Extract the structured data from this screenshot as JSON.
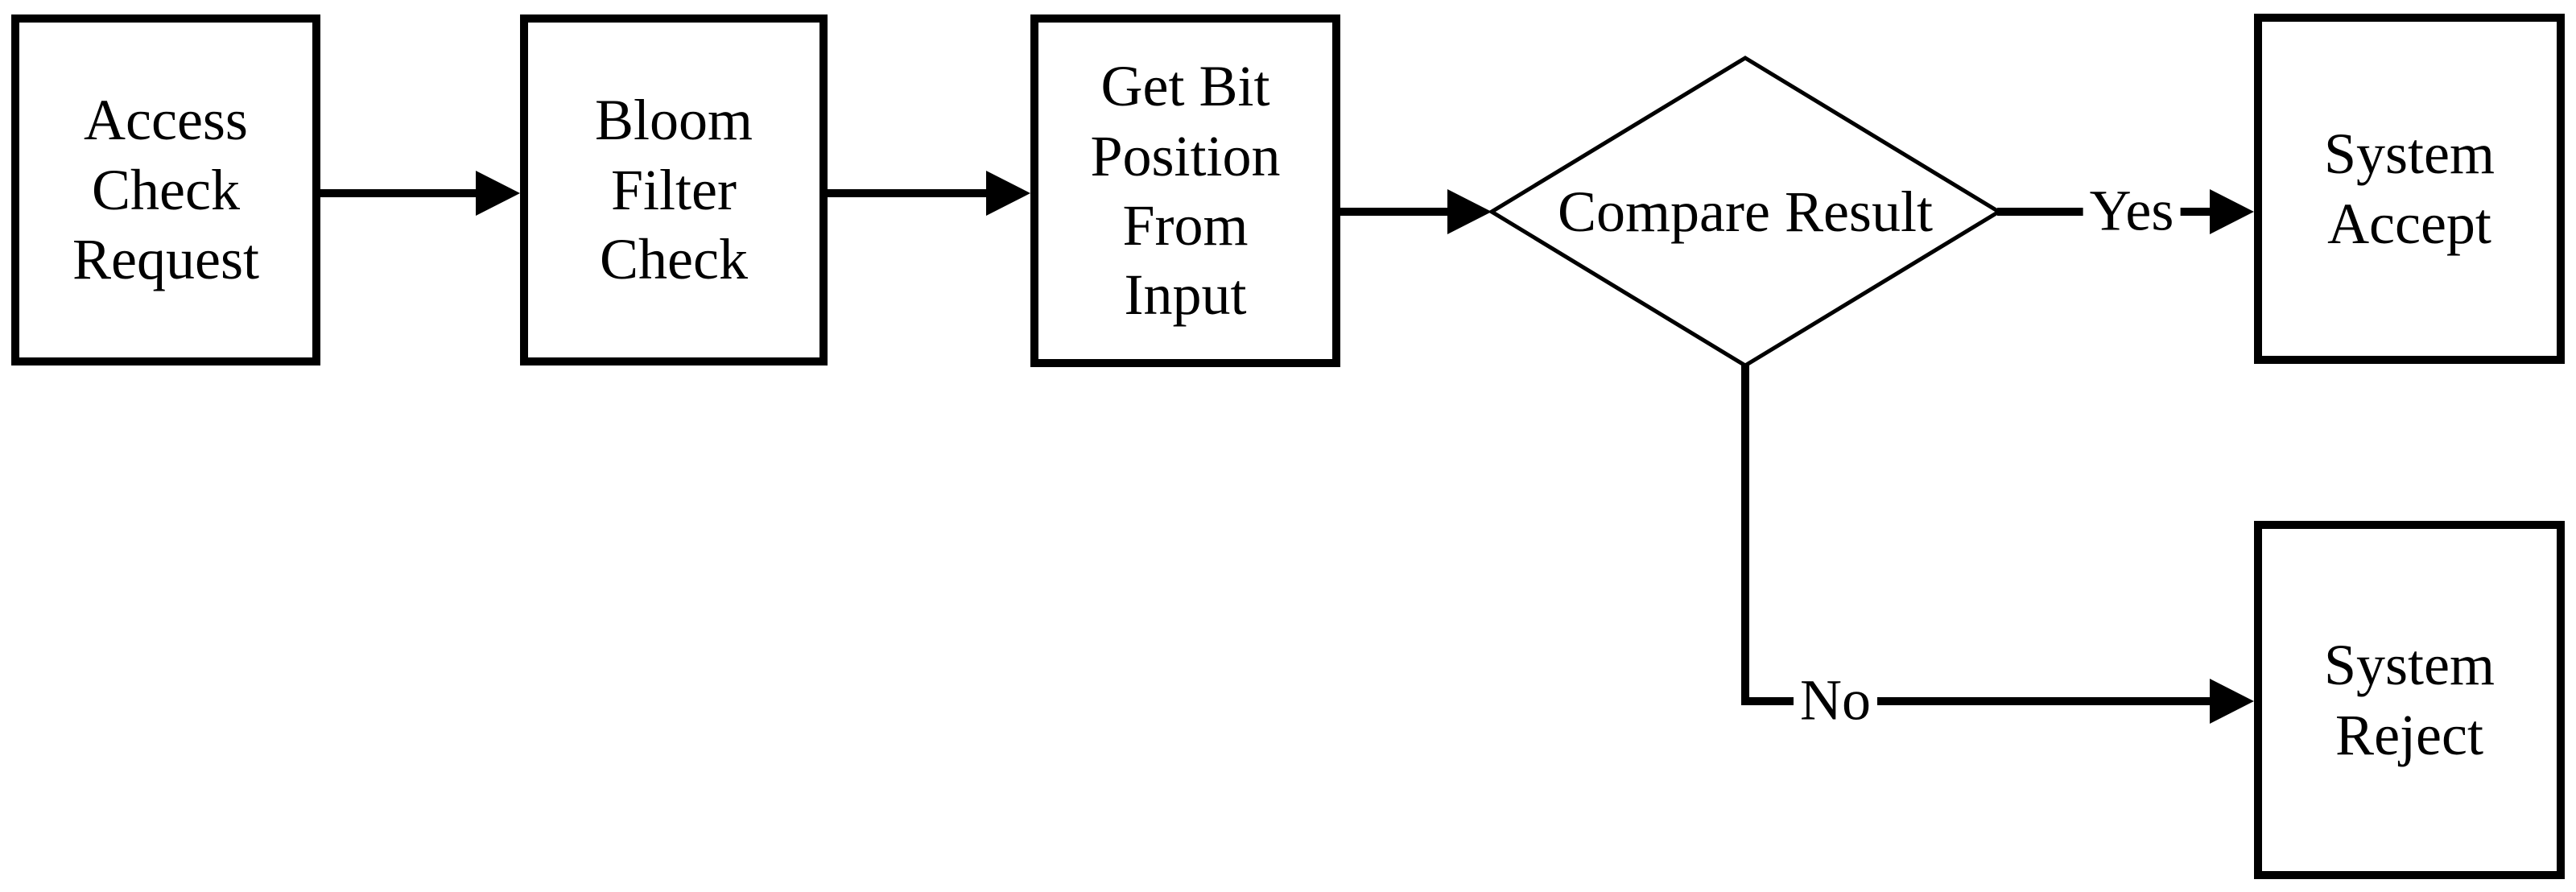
{
  "canvas": {
    "background": "#ffffff",
    "ink": "#000000"
  },
  "nodes": {
    "access": {
      "shape": "rect",
      "label": "Access\nCheck\nRequest"
    },
    "bloom": {
      "shape": "rect",
      "label": "Bloom\nFilter\nCheck"
    },
    "getbit": {
      "shape": "rect",
      "label": "Get Bit\nPosition\nFrom\nInput"
    },
    "compare": {
      "shape": "diamond",
      "label": "Compare Result"
    },
    "accept": {
      "shape": "rect",
      "label": "System\nAccept"
    },
    "reject": {
      "shape": "rect",
      "label": "System\nReject"
    }
  },
  "edges": {
    "access_to_bloom": {
      "from": "access",
      "to": "bloom",
      "label": ""
    },
    "bloom_to_getbit": {
      "from": "bloom",
      "to": "getbit",
      "label": ""
    },
    "getbit_to_compare": {
      "from": "getbit",
      "to": "compare",
      "label": ""
    },
    "yes": {
      "from": "compare",
      "to": "accept",
      "label": "Yes"
    },
    "no": {
      "from": "compare",
      "to": "reject",
      "label": "No"
    }
  }
}
